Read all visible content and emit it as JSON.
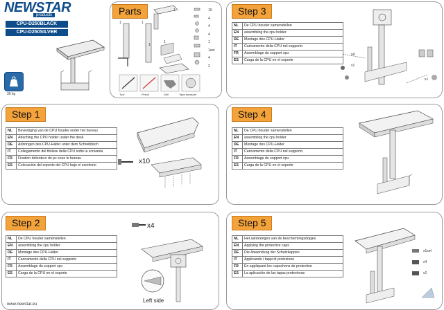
{
  "brand": {
    "name": "NEWSTAR",
    "tagline": "products",
    "models": [
      "CPU-D250BLACK",
      "CPU-D250SILVER"
    ],
    "max_weight": "30 kg",
    "website": "www.newstar.eu"
  },
  "parts": {
    "title": "Parts",
    "quantities": [
      "10",
      "4",
      "4",
      "4",
      "1",
      "1set",
      "4",
      "2"
    ],
    "quantities_left": [
      "1",
      "1",
      "1",
      "1",
      "1"
    ],
    "tools": [
      "Tool",
      "Pencil",
      "Drill",
      "Tape measure"
    ]
  },
  "step1": {
    "title": "Step 1",
    "screw_count": "x10",
    "rows": [
      {
        "code": "NL",
        "text": "Bevestiging van de CPU houder onder het bureau"
      },
      {
        "code": "EN",
        "text": "Attaching the CPU holder under the desk"
      },
      {
        "code": "DE",
        "text": "Anbringen des CPU-Halter unter dem Schreibtisch"
      },
      {
        "code": "IT",
        "text": "Collegamento del titolare della CPU sotto la scrivania"
      },
      {
        "code": "FR",
        "text": "Fixation détenteur de pc sous le bureau"
      },
      {
        "code": "ES",
        "text": "Colocación del soporte del CPU bajo el escritorio"
      }
    ]
  },
  "step2": {
    "title": "Step 2",
    "screw_count": "x4",
    "left_side": "Left side",
    "rows": [
      {
        "code": "NL",
        "text": "De CPU houder samenstellen"
      },
      {
        "code": "EN",
        "text": "assembling the cpu holder"
      },
      {
        "code": "DE",
        "text": "Montage des CPU-Halter"
      },
      {
        "code": "IT",
        "text": "Caricamento della CPU nel supporto"
      },
      {
        "code": "FR",
        "text": "Assemblage du support cpu"
      },
      {
        "code": "ES",
        "text": "Carga de la CPU en el soporte"
      }
    ]
  },
  "step3": {
    "title": "Step 3",
    "counts": [
      "x4",
      "x1",
      "x1"
    ],
    "rows": [
      {
        "code": "NL",
        "text": "De CPU houder samenstellen"
      },
      {
        "code": "EN",
        "text": "assembling the cpu holder"
      },
      {
        "code": "DE",
        "text": "Montage des CPU-Halter"
      },
      {
        "code": "IT",
        "text": "Caricamento della CPU nel supporto"
      },
      {
        "code": "FR",
        "text": "Assemblage du support cpu"
      },
      {
        "code": "ES",
        "text": "Carga de la CPU en el soporte"
      }
    ]
  },
  "step4": {
    "title": "Step 4",
    "rows": [
      {
        "code": "NL",
        "text": "De CPU houder samenstellen"
      },
      {
        "code": "EN",
        "text": "assembling the cpu holder"
      },
      {
        "code": "DE",
        "text": "Montage des CPU-Halter"
      },
      {
        "code": "IT",
        "text": "Caricamento della CPU nel supporto"
      },
      {
        "code": "FR",
        "text": "Assemblage du support cpu"
      },
      {
        "code": "ES",
        "text": "Carga de la CPU en el soporte"
      }
    ]
  },
  "step5": {
    "title": "Step 5",
    "counts": [
      "x1set",
      "x4",
      "x2"
    ],
    "rows": [
      {
        "code": "NL",
        "text": "Het aanbrengen van de beschermingsdopjes"
      },
      {
        "code": "EN",
        "text": "Applying the protective caps"
      },
      {
        "code": "DE",
        "text": "Die Anwendung der Schutzkappen"
      },
      {
        "code": "IT",
        "text": "Applicando i tappi di protezione"
      },
      {
        "code": "FR",
        "text": "En appliquant les capuchons de protection"
      },
      {
        "code": "ES",
        "text": "La aplicación de las tapas protectoras"
      }
    ]
  },
  "colors": {
    "accent": "#f4a23a",
    "brand_blue": "#0e4c8a",
    "border": "#9a9a9a"
  }
}
